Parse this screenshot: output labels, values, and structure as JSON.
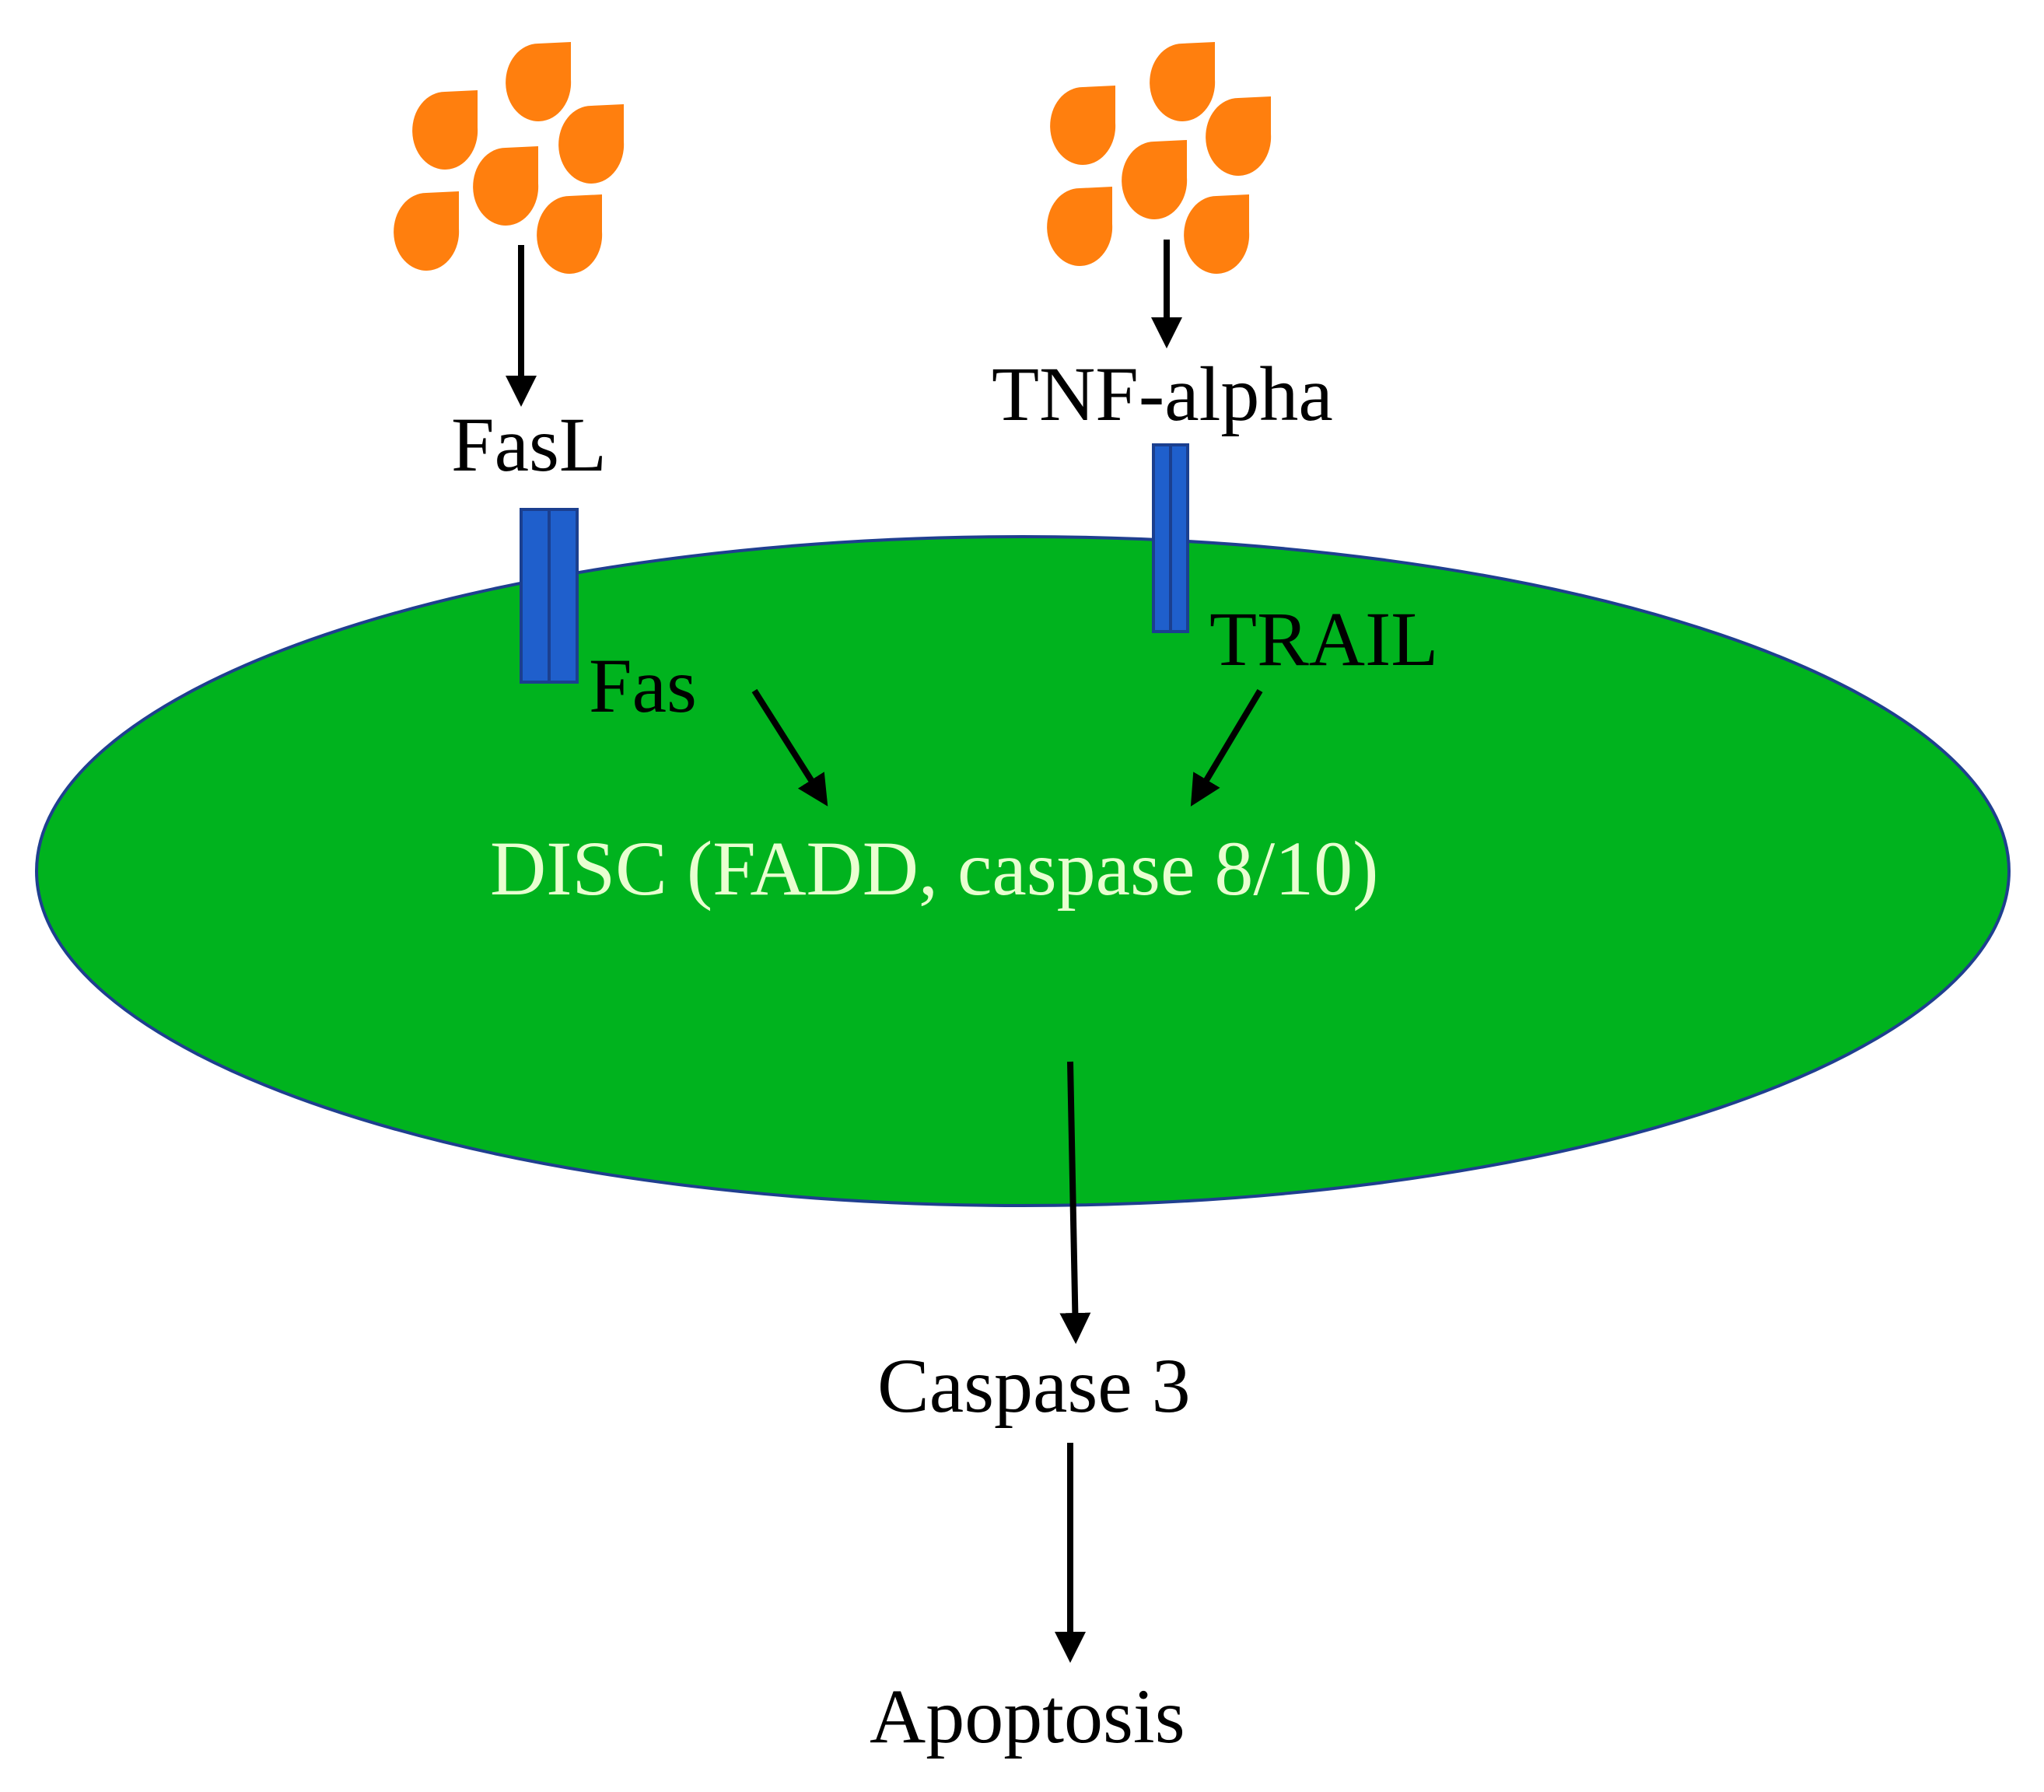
{
  "labels": {
    "fasl": "FasL",
    "tnf_alpha": "TNF-alpha",
    "fas": "Fas",
    "trail": "TRAIL",
    "disc": "DISC (FADD, caspase 8/10)",
    "caspase3": "Caspase 3",
    "apoptosis": "Apoptosis"
  },
  "colors": {
    "cell": "#00b31e",
    "cell_outline": "#1f3f8f",
    "ligand_cluster": "#ff7f0e",
    "receptor": "#1f5fcc",
    "disc_text": "#e8ffd0",
    "arrows": "#000000"
  },
  "icons": {
    "ligand_cluster": "orange-droplet-cluster-icon",
    "receptor": "blue-membrane-receptor-icon"
  }
}
